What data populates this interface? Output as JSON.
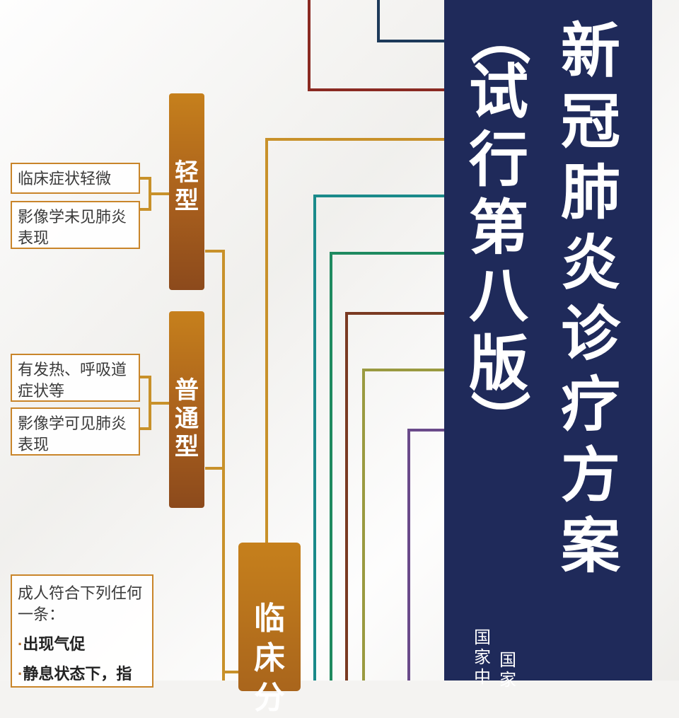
{
  "title": {
    "main": "新冠肺炎诊疗方案",
    "sub_open": "（",
    "sub": "试行第八版",
    "sub_close": "）"
  },
  "issuer": {
    "col1": "国家中",
    "col2": "国家"
  },
  "categories": [
    {
      "label": "轻型",
      "conditions": [
        "临床症状轻微",
        "影像学未见肺炎表现"
      ]
    },
    {
      "label": "普通型",
      "conditions": [
        "有发热、呼吸道症状等",
        "影像学可见肺炎表现"
      ]
    }
  ],
  "severe_conditions": {
    "head": "成人符合下列任何一条：",
    "items": [
      "出现气促",
      "静息状态下，指"
    ]
  },
  "main_category": "临床分",
  "colors": {
    "banner": "#1f2a5a",
    "category_orange": "#b8701d",
    "line_orange": "#c8912a",
    "line_teal": "#1a8a8a",
    "line_green": "#1f8a60",
    "line_brown": "#7a3a22",
    "line_olive": "#9a9a40",
    "line_purple": "#6a4a8a",
    "line_red": "#8a2a22",
    "line_navy": "#1d3a5a"
  }
}
